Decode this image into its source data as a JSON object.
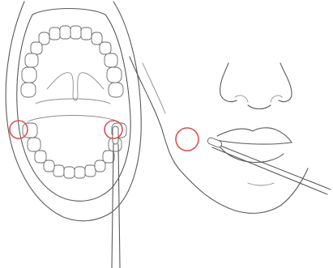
{
  "figure": {
    "panels": [
      {
        "id": "open-mouth",
        "depicts": "open-mouth-front-view"
      },
      {
        "id": "face",
        "depicts": "lower-face-profile-view"
      }
    ],
    "markers": [
      {
        "id": "left-cheek-swab-site",
        "color": "#d9534f"
      },
      {
        "id": "right-cheek-swab-site",
        "color": "#d9534f"
      },
      {
        "id": "face-cheek-swab-site",
        "color": "#d9534f"
      }
    ],
    "colors": {
      "line": "#5a5a5a",
      "marker": "#d9534f",
      "background": "#ffffff"
    }
  }
}
